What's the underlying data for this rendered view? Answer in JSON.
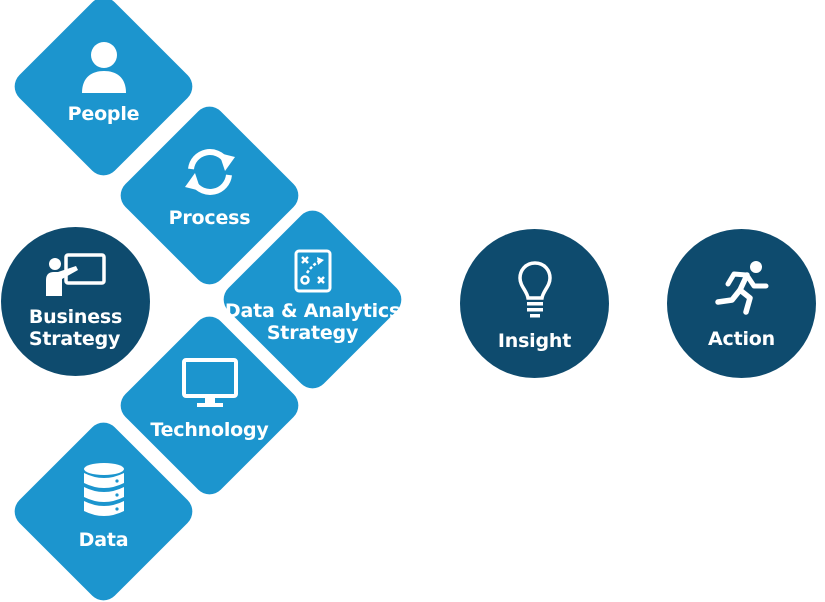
{
  "colors": {
    "diamond": "#1C95CE",
    "circle": "#0E4B6E",
    "text": "#FFFFFF"
  },
  "diamonds": [
    {
      "id": "people",
      "label": "People",
      "icon": "person-icon"
    },
    {
      "id": "process",
      "label": "Process",
      "icon": "refresh-cycle-icon"
    },
    {
      "id": "data-analytics-strategy",
      "label_lines": [
        "Data & Analytics",
        "Strategy"
      ],
      "icon": "strategy-board-icon"
    },
    {
      "id": "technology",
      "label": "Technology",
      "icon": "monitor-icon"
    },
    {
      "id": "data",
      "label": "Data",
      "icon": "database-icon"
    }
  ],
  "circles": [
    {
      "id": "business-strategy",
      "label_lines": [
        "Business",
        "Strategy"
      ],
      "icon": "presentation-icon"
    },
    {
      "id": "insight",
      "label": "Insight",
      "icon": "lightbulb-icon"
    },
    {
      "id": "action",
      "label": "Action",
      "icon": "running-person-icon"
    }
  ]
}
